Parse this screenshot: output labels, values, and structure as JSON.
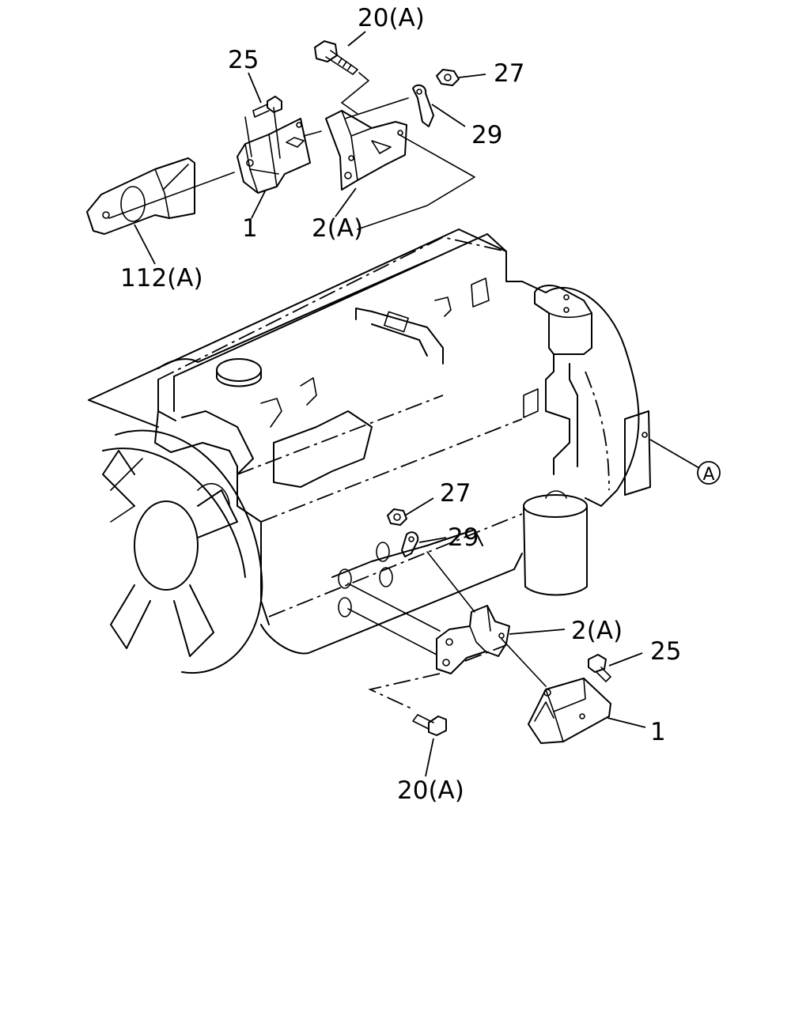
{
  "callouts": {
    "top": {
      "bolt": "20(A)",
      "small_bolt": "25",
      "nut": "27",
      "ground_terminal": "29",
      "mount": "1",
      "bracket": "2(A)",
      "plate": "112(A)"
    },
    "bottom": {
      "nut": "27",
      "ground_terminal": "29",
      "bracket": "2(A)",
      "small_bolt": "25",
      "mount": "1",
      "bolt": "20(A)"
    },
    "reference": "A"
  }
}
